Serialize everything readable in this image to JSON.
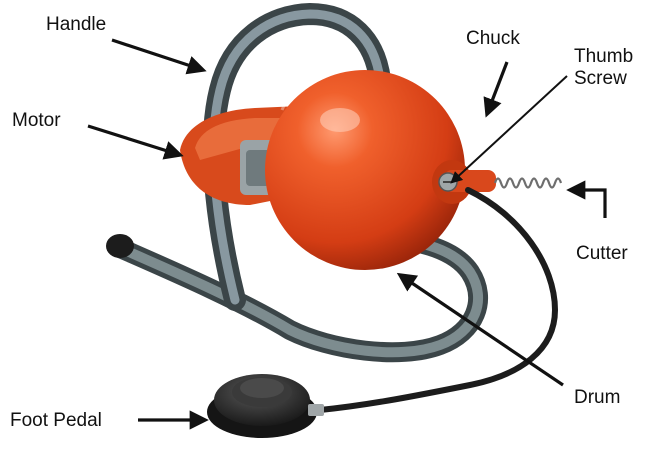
{
  "labels": {
    "handle": "Handle",
    "chuck": "Chuck",
    "thumb_line1": "Thumb",
    "thumb_line2": "Screw",
    "motor": "Motor",
    "cutter": "Cutter",
    "drum": "Drum",
    "foot_pedal": "Foot Pedal"
  },
  "colors": {
    "drum": "#e2461c",
    "drum_dark": "#a82a0c",
    "frame": "#5c6a6e",
    "frame_dark": "#3b4548",
    "pedal": "#2a2a2a",
    "cable": "#1c1c1c",
    "arrow": "#111111"
  }
}
